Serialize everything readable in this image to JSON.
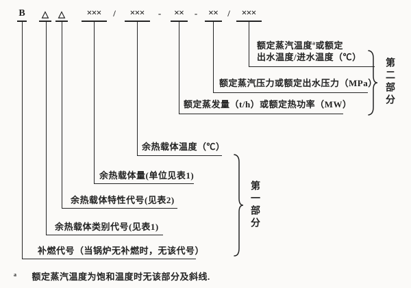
{
  "code": {
    "symbols": [
      "B",
      "△",
      "△",
      "×××",
      "×××",
      "××",
      "××",
      "×××"
    ],
    "separators": [
      "/",
      "-",
      "-",
      "/"
    ]
  },
  "labels": {
    "supplementary_firing": "补燃代号（当锅炉无补燃时，无该代号）",
    "carrier_category": "余热载体类别代号(见表1)",
    "carrier_characteristic": "余热载体特性代号(见表2)",
    "carrier_quantity": "余热载体量(单位见表1)",
    "carrier_temperature": "余热载体温度（℃）",
    "rated_evaporation": "额定蒸发量（t/h）或额定热功率（MW）",
    "rated_pressure": "额定蒸汽压力或额定出水压力（MPa）",
    "rated_temp_line1_pre": "额定蒸汽温度",
    "rated_temp_superscript": "a",
    "rated_temp_line1_post": "或额定",
    "rated_temp_line2": "出水温度/进水温度（℃）"
  },
  "parts": {
    "first": "第一部分",
    "second": "第二部分"
  },
  "footnote": {
    "marker": "a",
    "text": "额定蒸汽温度为饱和温度时无该部分及斜线."
  },
  "colors": {
    "ink": "#222222",
    "paper": "#fbfaf8"
  }
}
